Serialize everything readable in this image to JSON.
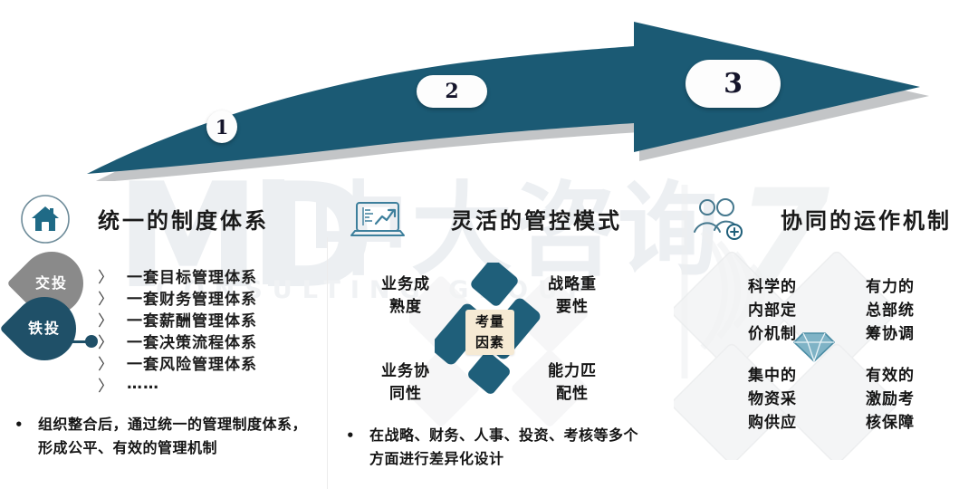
{
  "watermark": {
    "logo_latin": "MD",
    "logo_cn": "中大咨询",
    "tagline": "CONSULTING GROUP",
    "numeral": "7"
  },
  "process_arrow": {
    "name": "curved-process-arrow",
    "color": "#1b5a74",
    "steps": [
      {
        "label": "1"
      },
      {
        "label": "2"
      },
      {
        "label": "3"
      }
    ]
  },
  "columns": [
    {
      "id": "unified-system",
      "icon": "home-icon",
      "title": "统一的制度体系",
      "pins": [
        {
          "label": "交投",
          "color": "#8a8a8a"
        },
        {
          "label": "铁投",
          "color": "#1f5068"
        }
      ],
      "items": [
        "一套目标管理体系",
        "一套财务管理体系",
        "一套薪酬管理体系",
        "一套决策流程体系",
        "一套风险管理体系",
        "……"
      ],
      "chevron": "〉",
      "note_bullet": "•",
      "note": "组织整合后，通过统一的管理制度体系，形成公平、有效的管理机制"
    },
    {
      "id": "flexible-control",
      "icon": "laptop-chart-icon",
      "title": "灵活的管控模式",
      "center_label": "考量因素",
      "quadrants": [
        {
          "position": "top-left",
          "label": "业务成熟度"
        },
        {
          "position": "top-right",
          "label": "战略重要性"
        },
        {
          "position": "bottom-left",
          "label": "业务协同性"
        },
        {
          "position": "bottom-right",
          "label": "能力匹配性"
        }
      ],
      "note_bullet": "•",
      "note": "在战略、财务、人事、投资、考核等多个方面进行差异化设计"
    },
    {
      "id": "collaborative-mechanism",
      "icon": "add-users-icon",
      "title": "协同的运作机制",
      "center_icon": "diamond-gem-icon",
      "quadrants": [
        {
          "position": "top-left",
          "label": "科学的内部定价机制"
        },
        {
          "position": "top-right",
          "label": "有力的总部统筹协调"
        },
        {
          "position": "bottom-left",
          "label": "集中的物资采购供应"
        },
        {
          "position": "bottom-right",
          "label": "有效的激励考核保障"
        }
      ]
    }
  ],
  "colors": {
    "teal": "#1b5a74",
    "teal_dark": "#1f5068",
    "gray_pin": "#8a8a8a",
    "cream": "#f6ead4",
    "watermark": "#eceff2",
    "divider": "#ececec"
  }
}
